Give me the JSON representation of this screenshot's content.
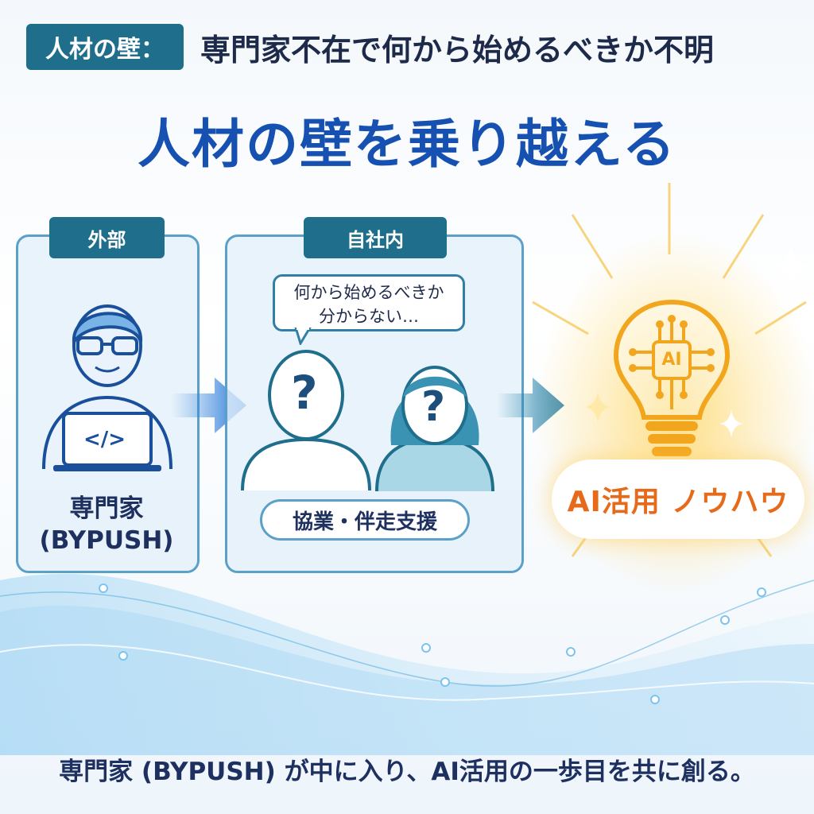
{
  "header": {
    "badge": "人材の壁：",
    "subtitle": "専門家不在で何から始めるべきか不明",
    "title": "人材の壁を乗り越える"
  },
  "panels": {
    "external": {
      "tab": "外部",
      "label_line1": "専門家",
      "label_line2": "(BYPUSH)",
      "code_symbol": "</>"
    },
    "internal": {
      "tab": "自社内",
      "speech_line1": "何から始めるべきか",
      "speech_line2": "分からない…",
      "question_mark": "?",
      "pill": "協業・伴走支援"
    }
  },
  "ai": {
    "chip_label": "AI",
    "label": "AI活用 ノウハウ"
  },
  "footer": {
    "text": "専門家 (BYPUSH) が中に入り、AI活用の一歩目を共に創る。"
  },
  "colors": {
    "primary_blue": "#1650b0",
    "teal": "#1e6e8c",
    "orange": "#e66a1a",
    "gold": "#f2a61e"
  },
  "icons": [
    "expert-icon",
    "laptop-icon",
    "person-question-icon",
    "lightbulb-ai-icon",
    "arrow-right-icon",
    "sparkle-icon"
  ]
}
